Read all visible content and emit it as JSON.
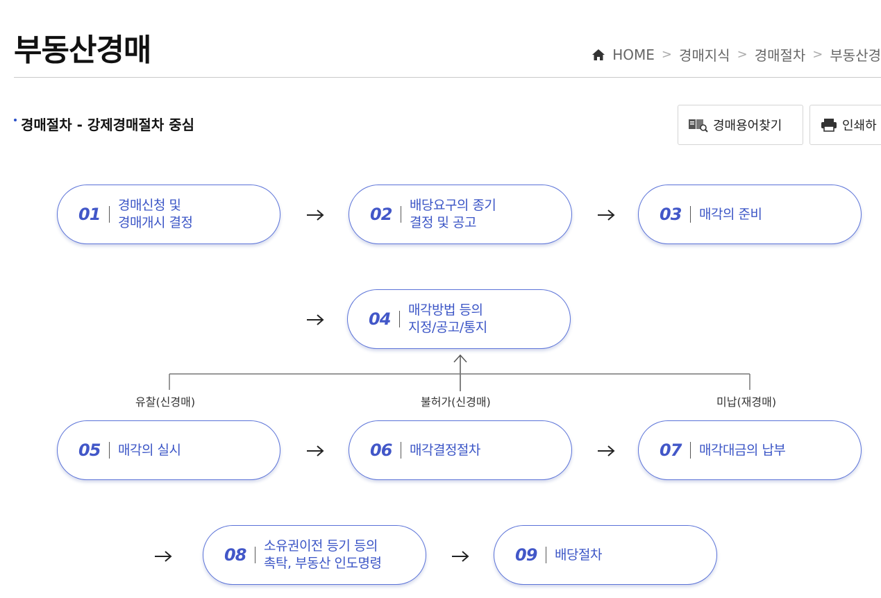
{
  "header": {
    "title": "부동산경매",
    "breadcrumb": [
      "HOME",
      "경매지식",
      "경매절차",
      "부동산경"
    ]
  },
  "section": {
    "title": "경매절차 - 강제경매절차 중심"
  },
  "toolbar": {
    "terms_label": "경매용어찾기",
    "print_label": "인쇄하"
  },
  "steps": [
    {
      "num": "01",
      "label": "경매신청 및\n경매개시 결정"
    },
    {
      "num": "02",
      "label": "배당요구의 종기\n결정 및 공고"
    },
    {
      "num": "03",
      "label": "매각의 준비"
    },
    {
      "num": "04",
      "label": "매각방법 등의\n지정/공고/통지"
    },
    {
      "num": "05",
      "label": "매각의 실시"
    },
    {
      "num": "06",
      "label": "매각결정절차"
    },
    {
      "num": "07",
      "label": "매각대금의 납부"
    },
    {
      "num": "08",
      "label": "소유권이전 등기 등의\n촉탁, 부동산 인도명령"
    },
    {
      "num": "09",
      "label": "배당절차"
    }
  ],
  "branches": [
    "유찰(신경매)",
    "불허가(신경매)",
    "미납(재경매)"
  ],
  "colors": {
    "accent": "#4257c8",
    "pill_border": "#5a72d8"
  },
  "icons": {
    "home": "home-icon",
    "terms": "book-search-icon",
    "print": "printer-icon",
    "arrow": "arrow-right-icon"
  }
}
